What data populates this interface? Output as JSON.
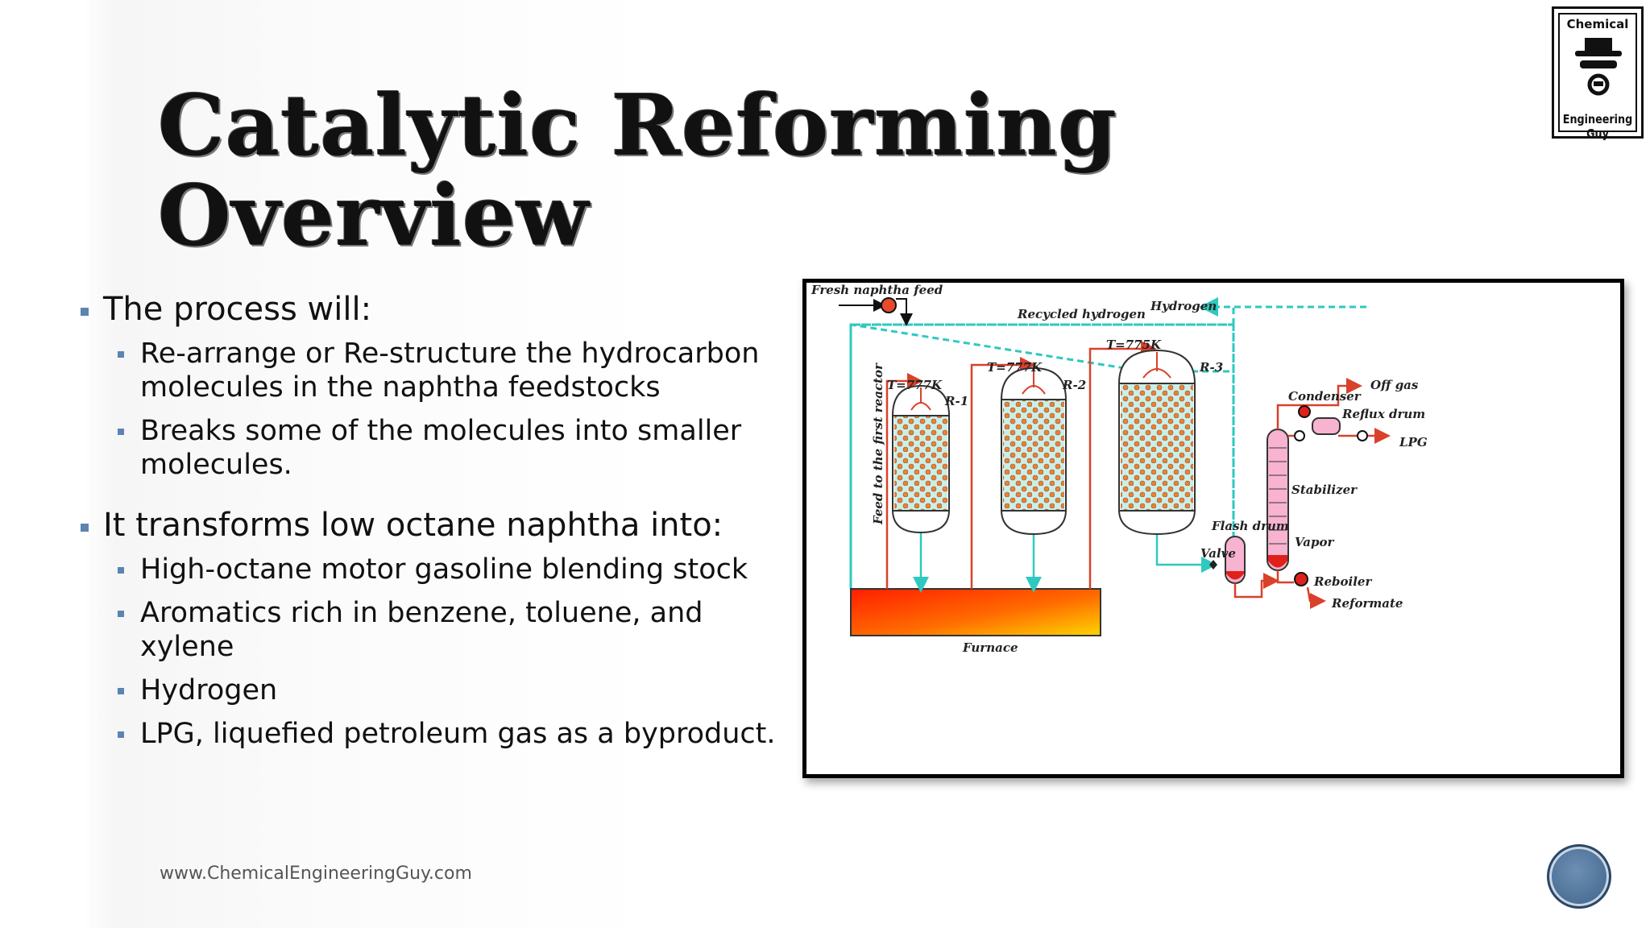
{
  "slide": {
    "title_line1": "Catalytic Reforming",
    "title_line2": "Overview",
    "bullets": [
      {
        "text": "The process will:",
        "sub": [
          "Re-arrange or Re-structure the hydrocarbon molecules in the naphtha feedstocks",
          "Breaks some of the molecules into smaller molecules."
        ]
      },
      {
        "text": "It transforms low octane naphtha into:",
        "sub": [
          "High-octane motor gasoline blending stock",
          "Aromatics rich in benzene, toluene, and xylene",
          "Hydrogen",
          "LPG, liquefied petroleum gas as a byproduct."
        ]
      }
    ],
    "footer_url": "www.ChemicalEngineeringGuy.com"
  },
  "logo": {
    "top_text": "Chemical",
    "bottom_text": "Engineering Guy"
  },
  "diagram": {
    "fresh_feed": "Fresh naphtha feed",
    "recycled_hydrogen": "Recycled hydrogen",
    "hydrogen": "Hydrogen",
    "feed_first_reactor": "Feed to the first reactor",
    "r1_temp": "T=777K",
    "r1_label": "R-1",
    "r2_temp": "T=777K",
    "r2_label": "R-2",
    "r3_temp": "T=775K",
    "r3_label": "R-3",
    "condenser": "Condenser",
    "off_gas": "Off gas",
    "reflux_drum": "Reflux drum",
    "lpg": "LPG",
    "stabilizer": "Stabilizer",
    "flash_drum": "Flash drum",
    "valve": "Valve",
    "vapor": "Vapor",
    "reboiler": "Reboiler",
    "reformate": "Reformate",
    "furnace": "Furnace",
    "colors": {
      "hydrogen_line": "#2ec9c0",
      "process_line": "#d9412b",
      "catalyst_fill": "#c9efe9",
      "pellet": "#e8823a",
      "column_fill": "#f7b3cf"
    }
  }
}
